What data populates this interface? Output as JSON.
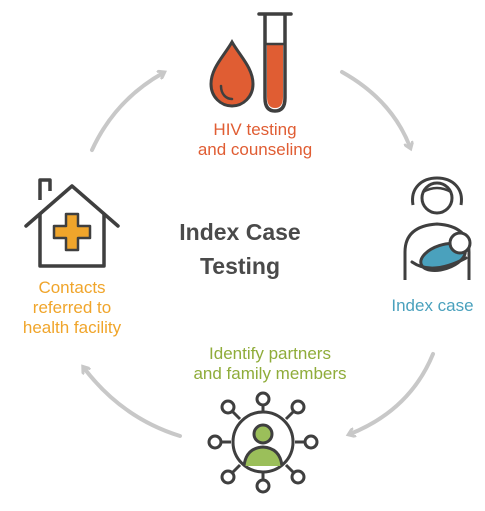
{
  "center_title": {
    "line1": "Index Case",
    "line2": "Testing"
  },
  "steps": {
    "hiv_testing": {
      "line1": "HIV testing",
      "line2": "and counseling",
      "color": "#e05d33"
    },
    "index_case": {
      "label": "Index case",
      "color": "#4aa1bd"
    },
    "identify_partners": {
      "line1": "Identify partners",
      "line2": "and family members",
      "color": "#8fac3a"
    },
    "contacts_referred": {
      "line1": "Contacts",
      "line2": "referred to",
      "line3": "health facility",
      "color": "#f0a52b"
    }
  },
  "colors": {
    "arrow": "#c8c8c8",
    "icon_stroke": "#3f3f3f",
    "blood": "#e05d33",
    "baby": "#4aa1bd",
    "person": "#9bbf5a",
    "cross": "#f0a52b"
  },
  "icons": [
    "blood-drop-icon",
    "test-tube-icon",
    "mother-child-icon",
    "network-person-icon",
    "house-cross-icon"
  ]
}
